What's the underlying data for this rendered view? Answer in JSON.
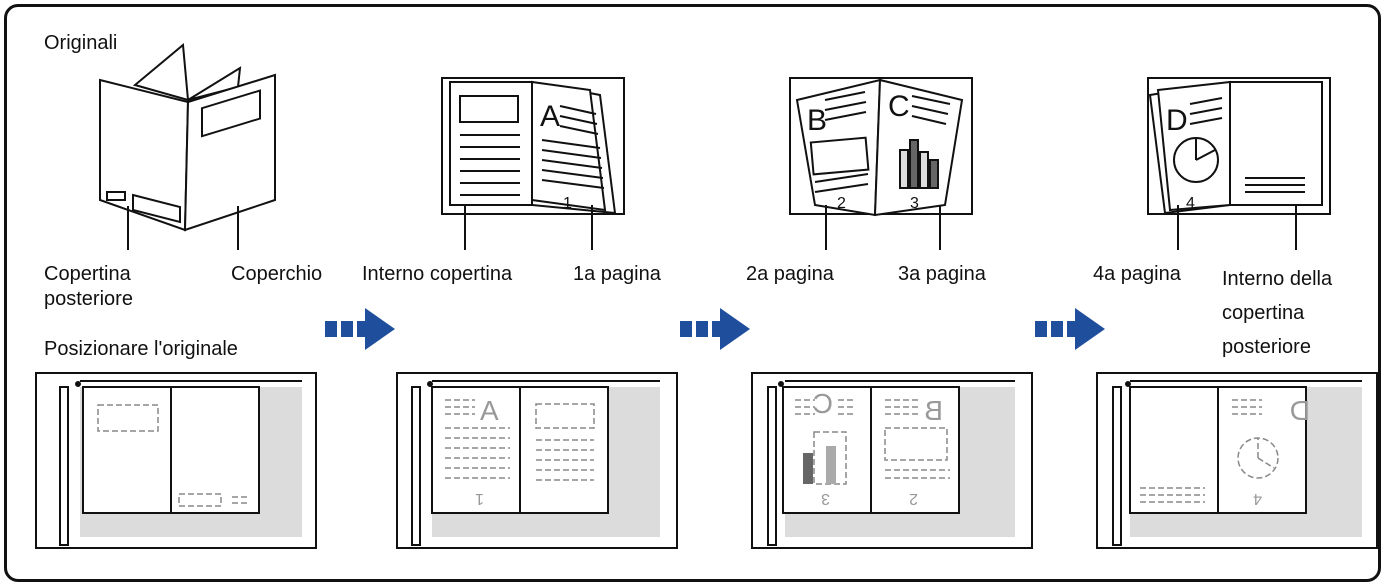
{
  "title": "Originali",
  "place_title": "Posizionare l'originale",
  "labels": {
    "back_cover": "Copertina\nposteriore",
    "cover": "Coperchio",
    "inside_cover": "Interno copertina",
    "page1": "1a pagina",
    "page2": "2a pagina",
    "page3": "3a pagina",
    "page4": "4a pagina",
    "inside_back_cover": "Interno della\ncopertina\nposteriore"
  },
  "page_letters": {
    "a": "A",
    "b": "B",
    "c": "C",
    "d": "D"
  },
  "page_numbers": {
    "n1": "1",
    "n2": "2",
    "n3": "3",
    "n4": "4"
  },
  "colors": {
    "arrow": "#1f4e9c",
    "glass": "#dcdcdc",
    "outline": "#111111",
    "dashed": "#888888",
    "bar_dark": "#666666",
    "bar_light": "#aaaaaa"
  },
  "icons": {
    "arrow": "dashed-right-arrow-icon",
    "scanner": "scanner-glass-icon"
  }
}
